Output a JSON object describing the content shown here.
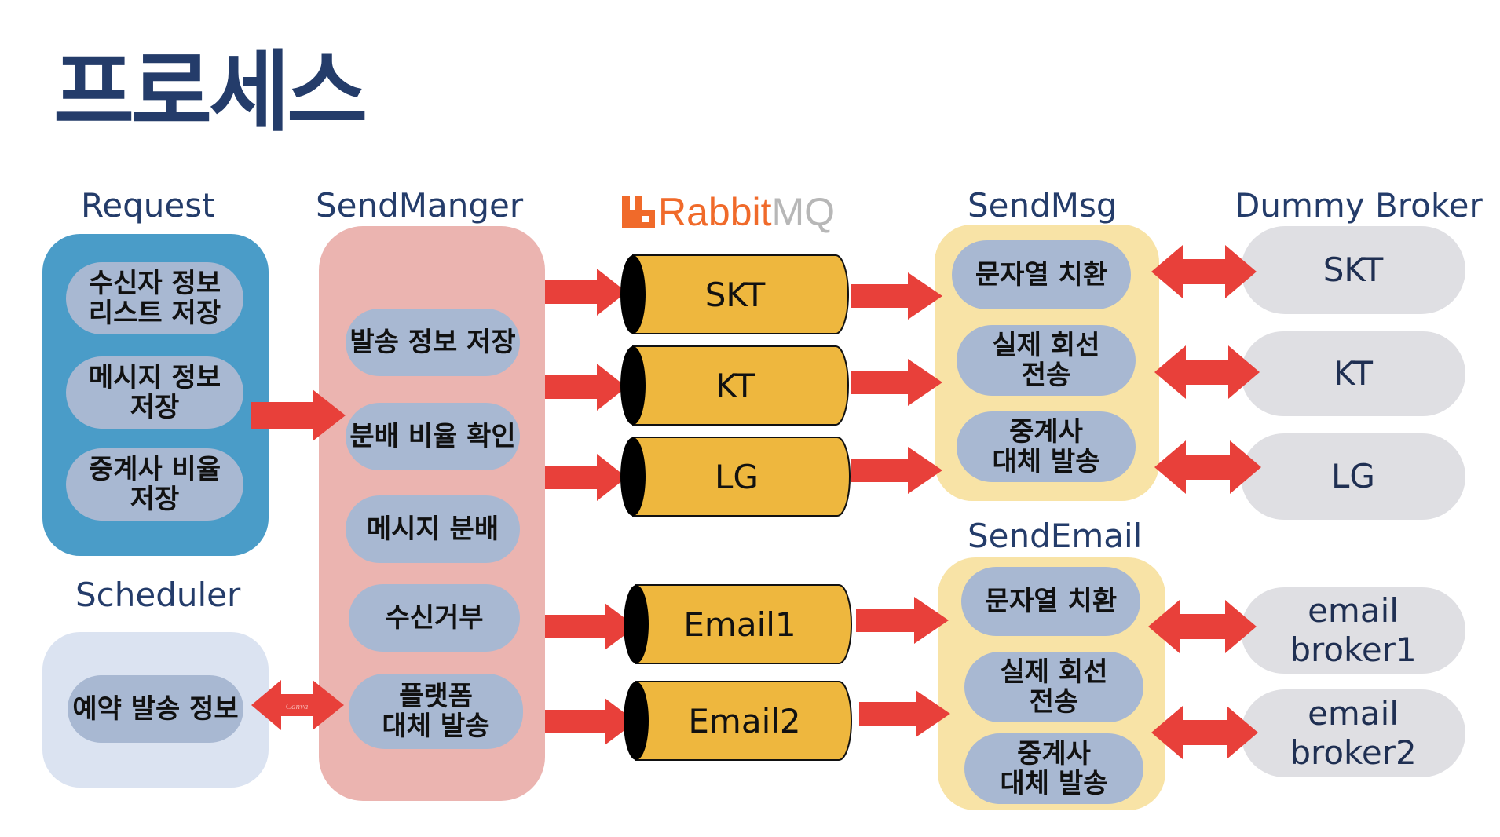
{
  "title": "프로세스",
  "headers": {
    "request": "Request",
    "scheduler": "Scheduler",
    "send_manager": "SendManger",
    "rabbitmq_rabbit": "Rabbit",
    "rabbitmq_mq": "MQ",
    "send_msg": "SendMsg",
    "send_email": "SendEmail",
    "dummy_broker": "Dummy Broker"
  },
  "request": {
    "items": [
      "수신자 정보\n리스트 저장",
      "메시지 정보\n저장",
      "중계사 비율\n저장"
    ]
  },
  "scheduler": {
    "items": [
      "예약 발송 정보"
    ]
  },
  "send_manager": {
    "items": [
      "발송 정보 저장",
      "분배 비율 확인",
      "메시지 분배",
      "수신거부",
      "플랫폼\n대체 발송"
    ]
  },
  "queues": [
    "SKT",
    "KT",
    "LG",
    "Email1",
    "Email2"
  ],
  "send_msg": {
    "items": [
      "문자열 치환",
      "실제 회선\n전송",
      "중계사\n대체 발송"
    ]
  },
  "send_email": {
    "items": [
      "문자열 치환",
      "실제 회선\n전송",
      "중계사\n대체 발송"
    ]
  },
  "brokers": [
    "SKT",
    "KT",
    "LG",
    "email\nbroker1",
    "email\nbroker2"
  ],
  "watermark": "Canva",
  "colors": {
    "title": "#243c6a",
    "request_panel": "#4a9cc8",
    "scheduler_panel": "#dbe3f1",
    "send_manager_panel": "#ebb4b0",
    "send_panels": "#f8e3a6",
    "pill": "#a8b8d2",
    "broker": "#dfdfe3",
    "queue": "#eeb73e",
    "arrow": "#e8403a",
    "rabbitmq_logo": "#f06a2a"
  }
}
